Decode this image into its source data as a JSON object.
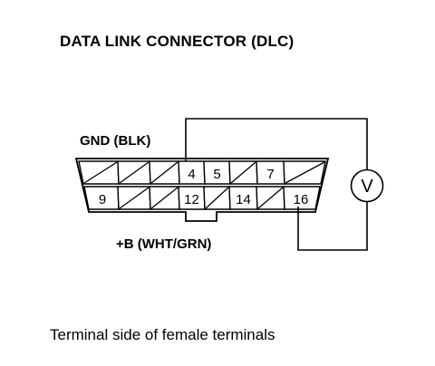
{
  "title": "DATA LINK CONNECTOR (DLC)",
  "caption": "Terminal side of female terminals",
  "labels": {
    "gnd": "GND (BLK)",
    "plus_b": "+B (WHT/GRN)"
  },
  "meter": {
    "symbol": "V",
    "icon": "voltmeter-icon"
  },
  "connector": {
    "top_row": [
      {
        "label": "",
        "hatched": true
      },
      {
        "label": "",
        "hatched": true
      },
      {
        "label": "",
        "hatched": true
      },
      {
        "label": "4",
        "hatched": false
      },
      {
        "label": "5",
        "hatched": false
      },
      {
        "label": "",
        "hatched": true
      },
      {
        "label": "7",
        "hatched": false
      },
      {
        "label": "",
        "hatched": true
      }
    ],
    "bottom_row": [
      {
        "label": "9",
        "hatched": false
      },
      {
        "label": "",
        "hatched": true
      },
      {
        "label": "",
        "hatched": true
      },
      {
        "label": "12",
        "hatched": false
      },
      {
        "label": "",
        "hatched": true
      },
      {
        "label": "14",
        "hatched": false
      },
      {
        "label": "",
        "hatched": true
      },
      {
        "label": "16",
        "hatched": false
      }
    ]
  }
}
